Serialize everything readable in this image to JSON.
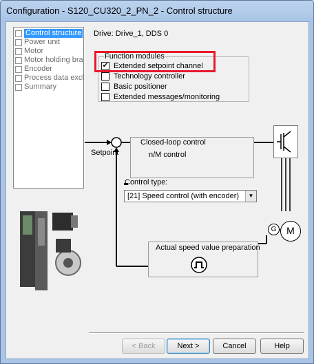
{
  "window": {
    "title": "Configuration - S120_CU320_2_PN_2 - Control structure"
  },
  "nav": {
    "items": [
      {
        "label": "Control structure",
        "selected": true
      },
      {
        "label": "Power unit"
      },
      {
        "label": "Motor"
      },
      {
        "label": "Motor holding brake"
      },
      {
        "label": "Encoder"
      },
      {
        "label": "Process data exchange"
      },
      {
        "label": "Summary"
      }
    ]
  },
  "drive": {
    "label": "Drive: Drive_1, DDS 0"
  },
  "function_modules": {
    "title": "Function modules",
    "items": [
      {
        "label": "Extended setpoint channel",
        "checked": true
      },
      {
        "label": "Technology controller",
        "checked": false
      },
      {
        "label": "Basic positioner",
        "checked": false
      },
      {
        "label": "Extended messages/monitoring",
        "checked": false
      }
    ]
  },
  "diagram": {
    "setpoint": "Setpoint",
    "closed_loop_title": "Closed-loop control",
    "closed_loop_mode": "n/M control",
    "minus_sign": "-",
    "control_type_label": "Control type:",
    "control_type_value": "[21] Speed control (with encoder)",
    "actual_speed": "Actual speed value preparation",
    "encoder_symbol": "G",
    "motor_symbol": "M"
  },
  "buttons": {
    "back": "< Back",
    "next": "Next >",
    "cancel": "Cancel",
    "help": "Help"
  },
  "colors": {
    "highlight": "#e8182c",
    "selection": "#3399ff"
  }
}
